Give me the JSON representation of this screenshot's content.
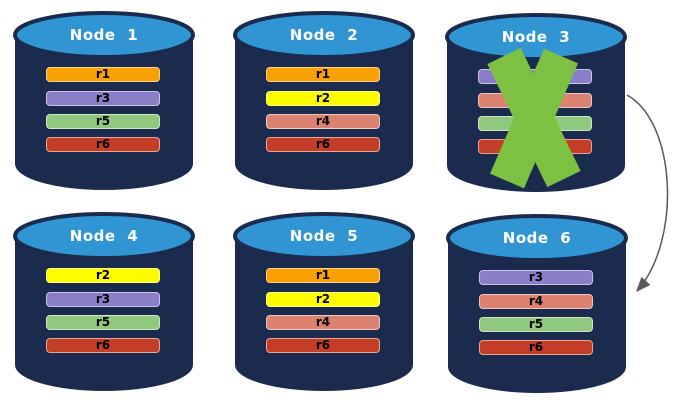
{
  "colors": {
    "cylinder_body": "#1B2B4E",
    "cylinder_top": "#3095D2",
    "node_title_text": "#FFFFFF",
    "bar_text": "#000000",
    "failure_x": "#7EC142",
    "arrow": "#58595B",
    "r1": "#F9A103",
    "r2": "#FDFD00",
    "r3": "#8B7EC8",
    "r4": "#DC8271",
    "r5": "#90C87E",
    "r6": "#C33D27"
  },
  "nodes": [
    {
      "title": "Node 1",
      "bars": [
        {
          "label": "r1",
          "color": "#F9A103"
        },
        {
          "label": "r3",
          "color": "#8B7EC8"
        },
        {
          "label": "r5",
          "color": "#90C87E"
        },
        {
          "label": "r6",
          "color": "#C33D27"
        }
      ]
    },
    {
      "title": "Node 2",
      "bars": [
        {
          "label": "r1",
          "color": "#F9A103"
        },
        {
          "label": "r2",
          "color": "#FDFD00"
        },
        {
          "label": "r4",
          "color": "#DC8271"
        },
        {
          "label": "r6",
          "color": "#C33D27"
        }
      ]
    },
    {
      "title": "Node 3",
      "bars": [
        {
          "label": "r3",
          "color": "#8B7EC8"
        },
        {
          "label": "r4",
          "color": "#DC8271"
        },
        {
          "label": "r5",
          "color": "#90C87E"
        },
        {
          "label": "r6",
          "color": "#C33D27"
        }
      ]
    },
    {
      "title": "Node 4",
      "bars": [
        {
          "label": "r2",
          "color": "#FDFD00"
        },
        {
          "label": "r3",
          "color": "#8B7EC8"
        },
        {
          "label": "r5",
          "color": "#90C87E"
        },
        {
          "label": "r6",
          "color": "#C33D27"
        }
      ]
    },
    {
      "title": "Node 5",
      "bars": [
        {
          "label": "r1",
          "color": "#F9A103"
        },
        {
          "label": "r2",
          "color": "#FDFD00"
        },
        {
          "label": "r4",
          "color": "#DC8271"
        },
        {
          "label": "r6",
          "color": "#C33D27"
        }
      ]
    },
    {
      "title": "Node 6",
      "bars": [
        {
          "label": "r3",
          "color": "#8B7EC8"
        },
        {
          "label": "r4",
          "color": "#DC8271"
        },
        {
          "label": "r5",
          "color": "#90C87E"
        },
        {
          "label": "r6",
          "color": "#C33D27"
        }
      ]
    }
  ]
}
